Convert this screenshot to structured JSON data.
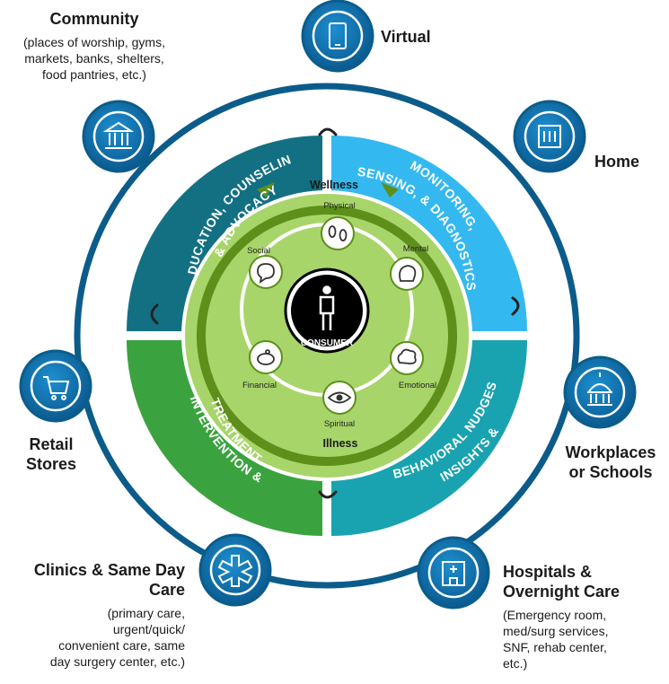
{
  "center": {
    "label": "CONSUMER"
  },
  "inner_ring": {
    "top_label": "Wellness",
    "bottom_label": "Illness",
    "dimensions": [
      "Physical",
      "Mental",
      "Emotional",
      "Spiritual",
      "Financial",
      "Social"
    ]
  },
  "quadrants": {
    "top_left": [
      "EDUCATION, COUNSELING",
      "& ADVOCACY"
    ],
    "top_right": [
      "MONITORING,",
      "SENSING, & DIAGNOSTICS"
    ],
    "bottom_right": [
      "INSIGHTS &",
      "BEHAVIORAL NUDGES"
    ],
    "bottom_left": [
      "INTERVENTION &",
      "TREATMENT"
    ]
  },
  "settings": {
    "community": {
      "title": "Community",
      "detail": [
        "(places of worship, gyms,",
        "markets, banks, shelters,",
        "food pantries, etc.)"
      ],
      "icon": "bank-icon"
    },
    "virtual": {
      "title": "Virtual",
      "icon": "smartphone-icon"
    },
    "home": {
      "title": "Home",
      "icon": "building-icon"
    },
    "workplaces": {
      "title": [
        "Workplaces",
        "or Schools"
      ],
      "icon": "capitol-icon"
    },
    "hospitals": {
      "title": [
        "Hospitals &",
        "Overnight Care"
      ],
      "detail": [
        "(Emergency room,",
        "med/surg services,",
        "SNF, rehab center,",
        "etc.)"
      ],
      "icon": "hospital-icon"
    },
    "clinics": {
      "title": [
        "Clinics & Same Day",
        "Care"
      ],
      "detail": [
        "(primary care,",
        "urgent/quick/",
        "convenient care, same",
        "day surgery center, etc.)"
      ],
      "icon": "medical-star-icon"
    },
    "retail": {
      "title": [
        "Retail",
        "Stores"
      ],
      "icon": "cart-icon"
    }
  },
  "colors": {
    "outer_ring": "#0b5c8a",
    "node_fill": "#0d6fa8",
    "teal_dark": "#137083",
    "sky_blue": "#34b8f0",
    "teal_light": "#19a3b0",
    "green": "#3aa33f",
    "light_green": "#a8d56a",
    "dark_green_band": "#5d8f1a",
    "center": "#000000"
  }
}
